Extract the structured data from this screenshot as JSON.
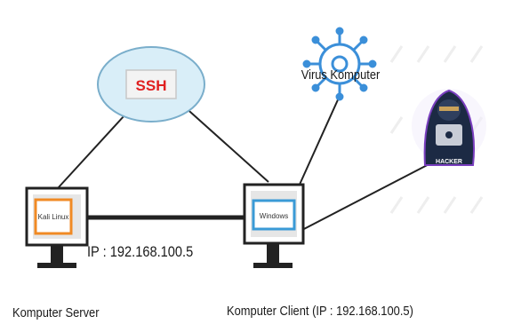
{
  "diagram": {
    "cloud_label": "SSH",
    "server_screen_label": "Kali Linux",
    "client_screen_label": "Windows",
    "virus_label": "Virus Komputer",
    "hacker_label": "HACKER",
    "link_ip_label": "IP : 192.168.100.5",
    "server_caption": "Komputer Server",
    "client_caption": "Komputer Client  (IP : 192.168.100.5)"
  },
  "colors": {
    "cloud_fill": "#d9eef8",
    "cloud_stroke": "#7aaecb",
    "ssh_text": "#e02020",
    "server_accent": "#f08a24",
    "client_accent": "#3a9ad6",
    "virus": "#3b8fd9",
    "hacker_body": "#1c2a44",
    "hacker_glow": "#7a3fbf"
  }
}
